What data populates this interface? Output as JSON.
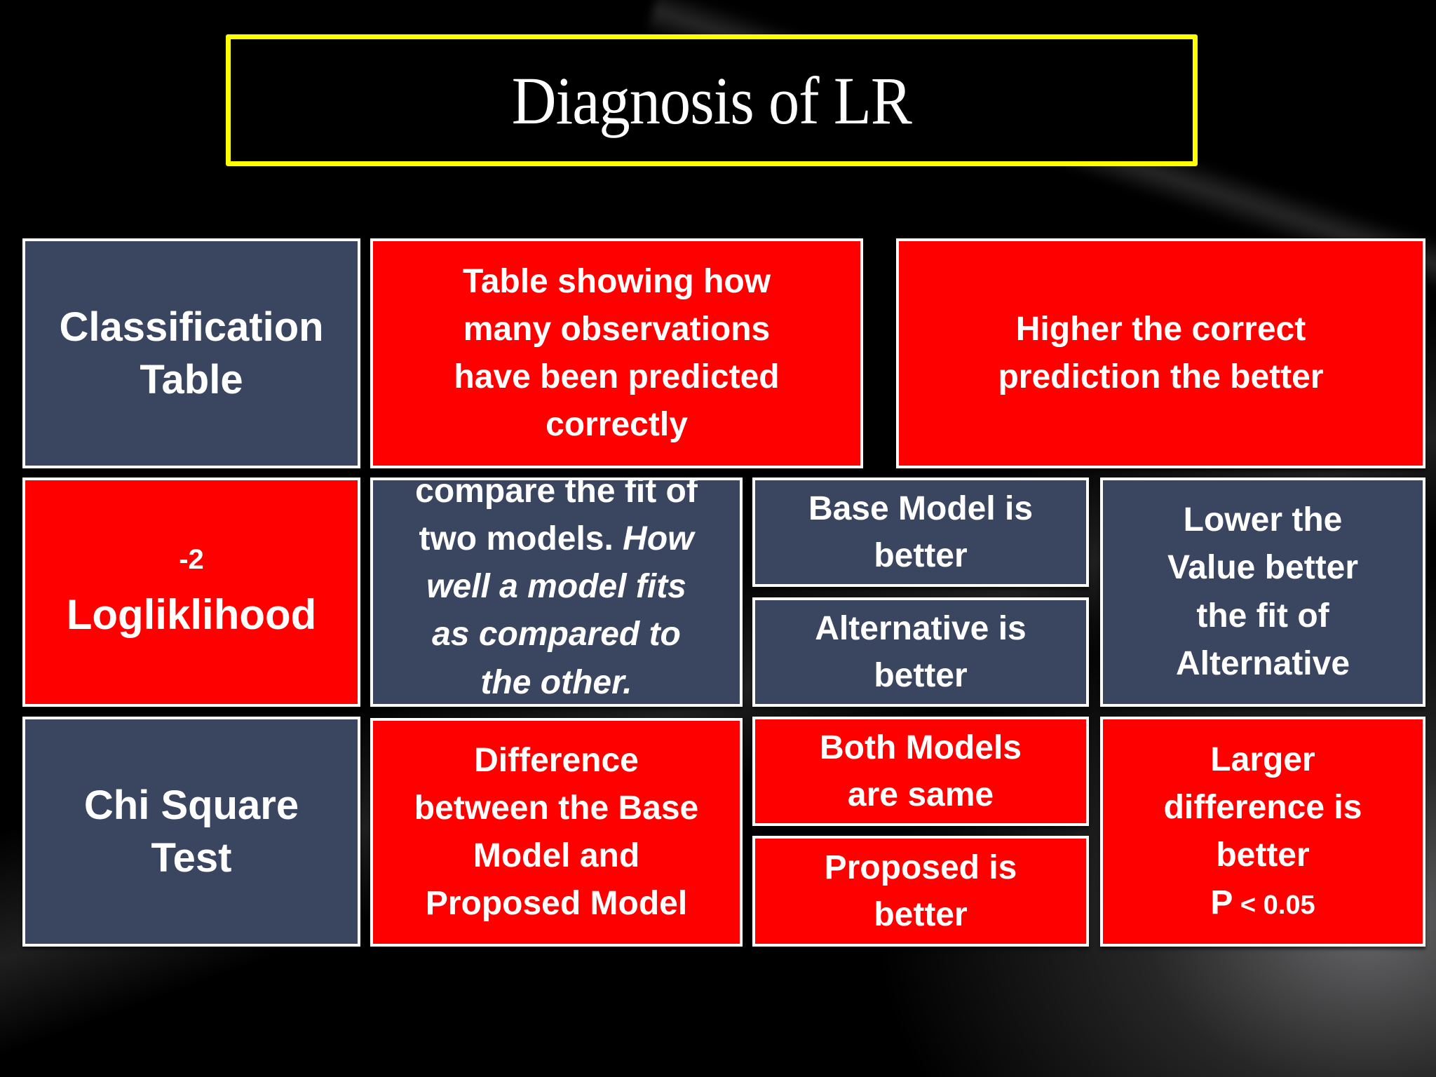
{
  "slide": {
    "title": "Diagnosis of LR",
    "colors": {
      "background": "#000000",
      "title_border": "#ffff00",
      "navy_box": "#3a4560",
      "red_box": "#ff0000",
      "box_border": "#ffffff",
      "text": "#ffffff"
    }
  },
  "rows": [
    {
      "name": "classification-table",
      "label": "Classification\nTable",
      "description": "Table showing how\nmany observations\nhave been predicted\ncorrectly",
      "interpretation": "Higher the correct\nprediction the better"
    },
    {
      "name": "minus-2-loglikelihood",
      "label_prefix": "-2",
      "label": "Logliklihood",
      "description_plain": "compare the fit of\ntwo models. ",
      "description_italic": "How\nwell a model fits\nas compared to\nthe other.",
      "outcomes": [
        "Base Model is\nbetter",
        "Alternative is\nbetter"
      ],
      "interpretation": "Lower the\nValue better\nthe fit of\nAlternative"
    },
    {
      "name": "chi-square-test",
      "label": "Chi Square\nTest",
      "description": "Difference\nbetween the Base\nModel and\nProposed Model",
      "outcomes": [
        "Both Models\nare same",
        "Proposed is\nbetter"
      ],
      "interpretation": "Larger\ndifference is\nbetter",
      "p_label": "P",
      "p_condition": " < 0.05"
    }
  ]
}
